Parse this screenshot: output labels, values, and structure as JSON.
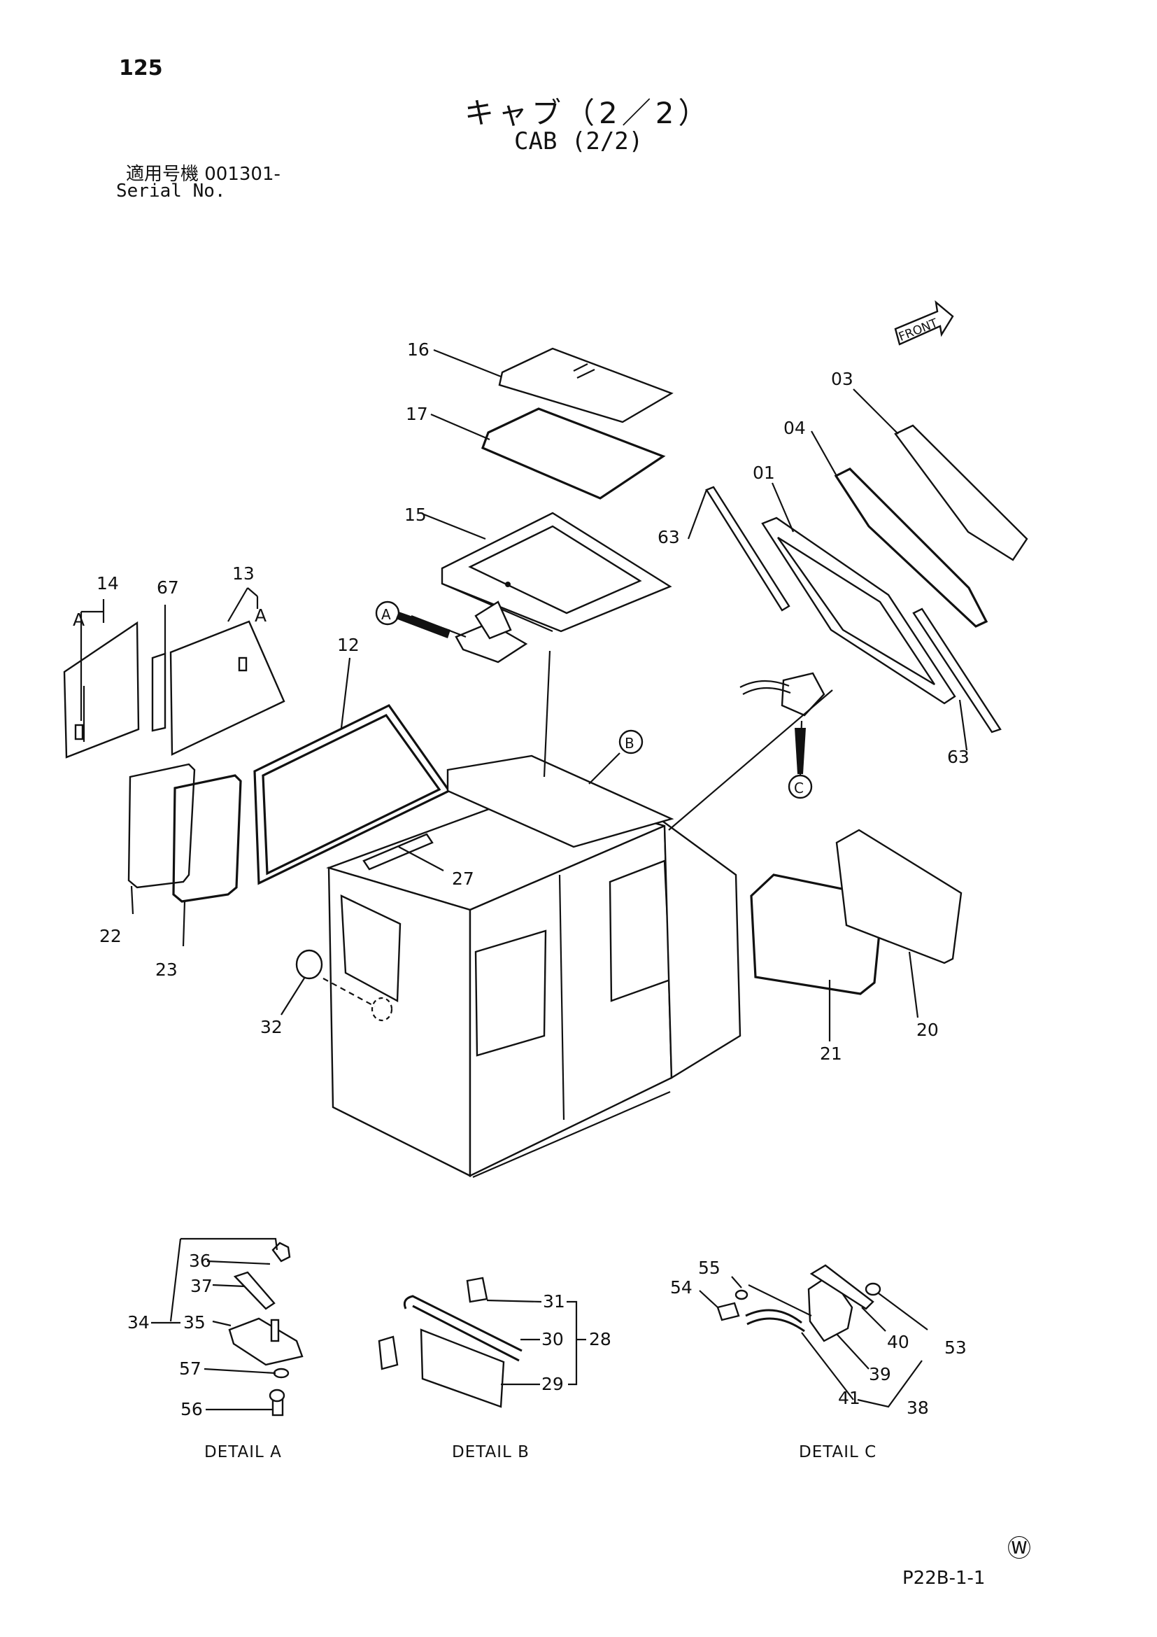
{
  "header": {
    "page_number": "125",
    "title_jp": "キャブ（2／2）",
    "title_en": "CAB (2/2)",
    "serial_label_jp": "適用号機  001301-",
    "serial_label_en": "Serial No."
  },
  "front_indicator": "FRONT",
  "callouts": [
    "16",
    "17",
    "15",
    "03",
    "04",
    "01",
    "63",
    "63",
    "14",
    "67",
    "13",
    "A",
    "A",
    "12",
    "A",
    "B",
    "C",
    "22",
    "23",
    "27",
    "32",
    "21",
    "20"
  ],
  "detail_a": {
    "caption": "DETAIL  A",
    "labels": [
      "36",
      "37",
      "34",
      "35",
      "57",
      "56"
    ]
  },
  "detail_b": {
    "caption": "DETAIL  B",
    "labels": [
      "31",
      "30",
      "28",
      "29"
    ]
  },
  "detail_c": {
    "caption": "DETAIL  C",
    "labels": [
      "55",
      "54",
      "40",
      "53",
      "39",
      "41",
      "38"
    ]
  },
  "footer": {
    "watermark": "Ⓦ",
    "figure_code": "P22B-1-1"
  }
}
